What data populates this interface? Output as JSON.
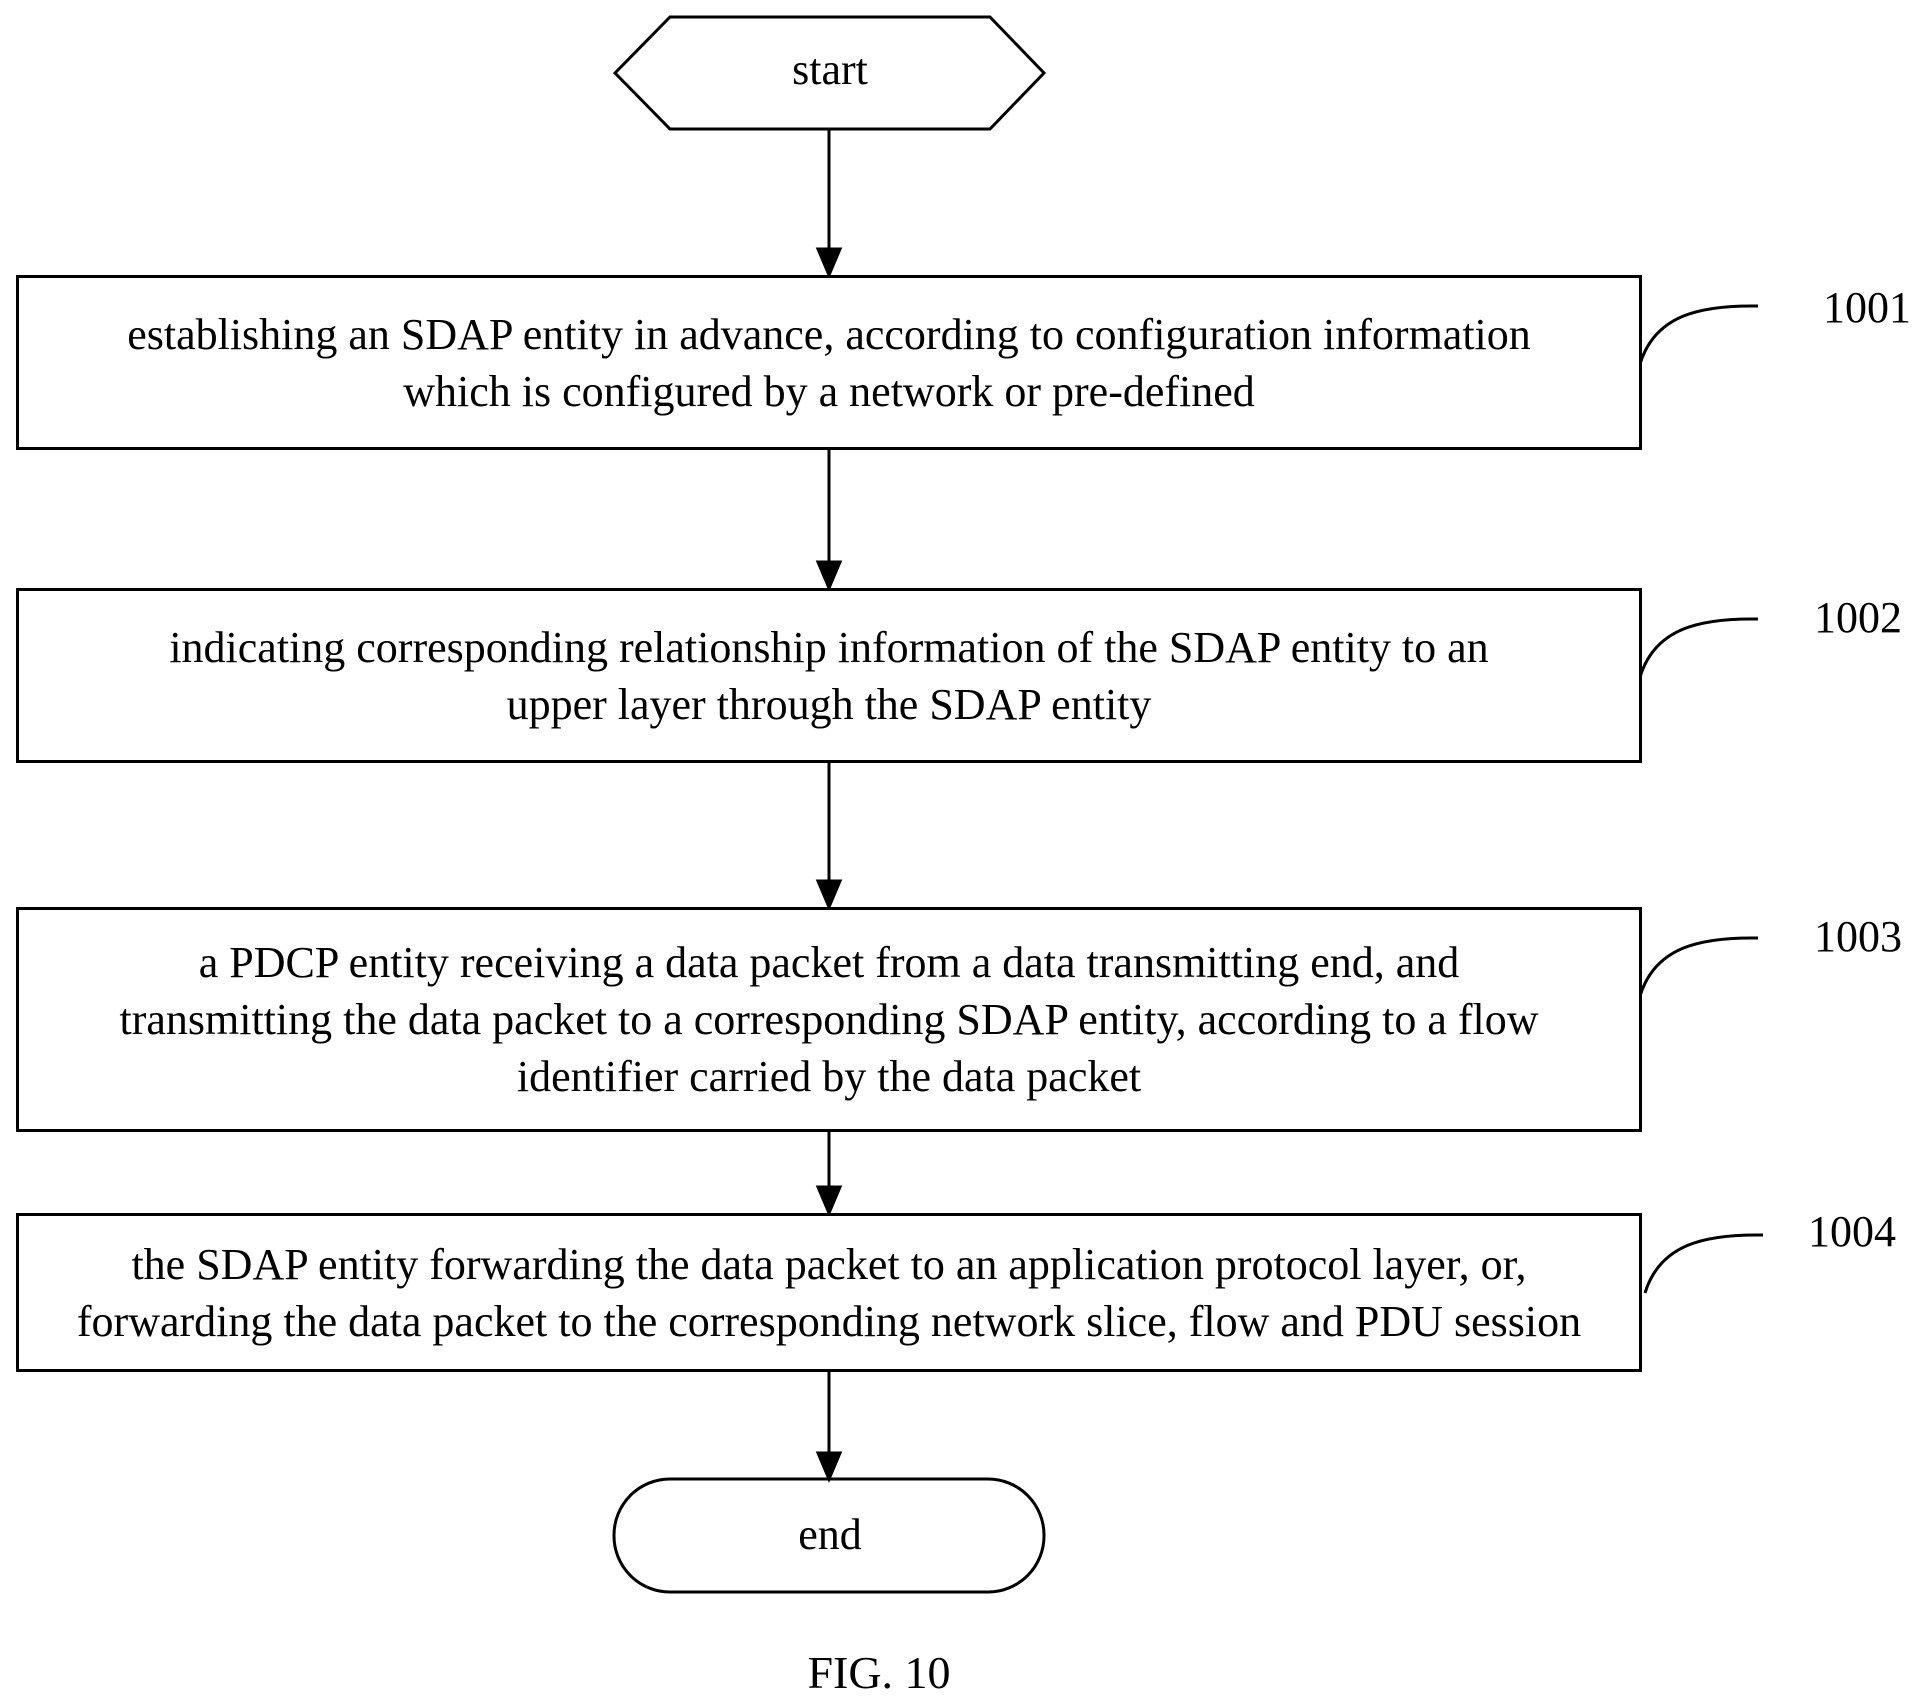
{
  "start": {
    "label": "start"
  },
  "steps": [
    {
      "id": "1001",
      "text": "establishing an SDAP entity in advance, according to configuration information\nwhich is configured by a network or pre-defined"
    },
    {
      "id": "1002",
      "text": "indicating corresponding relationship information of the SDAP entity to an\nupper layer through the SDAP entity"
    },
    {
      "id": "1003",
      "text": "a PDCP entity receiving a data packet from a data transmitting end, and\ntransmitting the data packet to a corresponding SDAP entity, according to a flow\nidentifier carried by the data packet"
    },
    {
      "id": "1004",
      "text": "the SDAP entity forwarding the data packet to an application protocol layer, or,\nforwarding the data packet to the corresponding network slice, flow and PDU session"
    }
  ],
  "end": {
    "label": "end"
  },
  "caption": "FIG. 10"
}
